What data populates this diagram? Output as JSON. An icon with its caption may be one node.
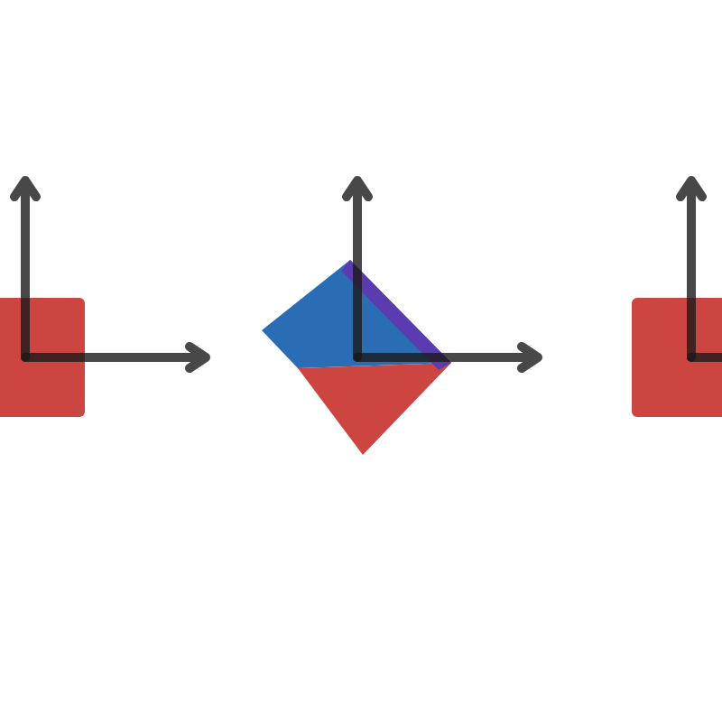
{
  "diagram": {
    "nodes": [
      {
        "text": [],
        "shape": "box"
      },
      {
        "text": [],
        "shape": "diamond"
      },
      {
        "text": [],
        "shape": "box"
      }
    ]
  }
}
